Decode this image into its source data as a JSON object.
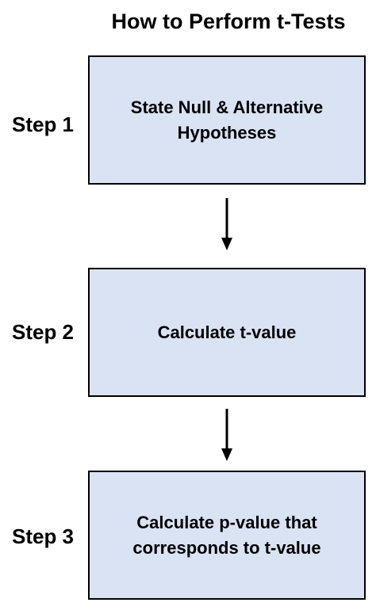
{
  "title": "How to Perform t-Tests",
  "steps": [
    {
      "label": "Step 1",
      "text": "State Null & Alternative Hypotheses"
    },
    {
      "label": "Step 2",
      "text": "Calculate t-value"
    },
    {
      "label": "Step 3",
      "text": "Calculate p-value that corresponds to t-value"
    }
  ],
  "colors": {
    "box_fill": "#dae3f3",
    "border": "#000000",
    "arrow": "#000000"
  }
}
